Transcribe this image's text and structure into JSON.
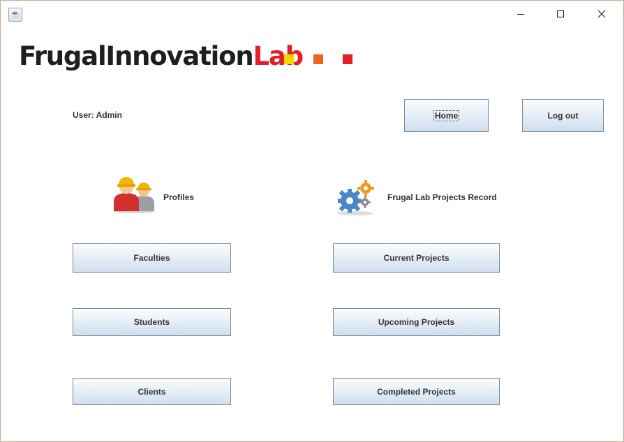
{
  "window": {
    "controls": [
      {
        "name": "minimize-icon"
      },
      {
        "name": "maximize-icon"
      },
      {
        "name": "close-icon"
      }
    ],
    "app_icon": "java-app-icon"
  },
  "branding": {
    "logo_part1": "FrugalInnovation",
    "logo_part2": "Lab",
    "squares": [
      "#f4d600",
      "#f0641e",
      "#e31e24"
    ]
  },
  "header": {
    "user_label": "User: Admin",
    "home_label": "Home",
    "logout_label": "Log out"
  },
  "profiles": {
    "title": "Profiles",
    "icon": "users-icon",
    "buttons": {
      "faculties": "Faculties",
      "students": "Students",
      "clients": "Clients"
    }
  },
  "projects": {
    "title": "Frugal Lab Projects Record",
    "icon": "gears-icon",
    "buttons": {
      "current": "Current Projects",
      "upcoming": "Upcoming Projects",
      "completed": "Completed Projects"
    }
  }
}
